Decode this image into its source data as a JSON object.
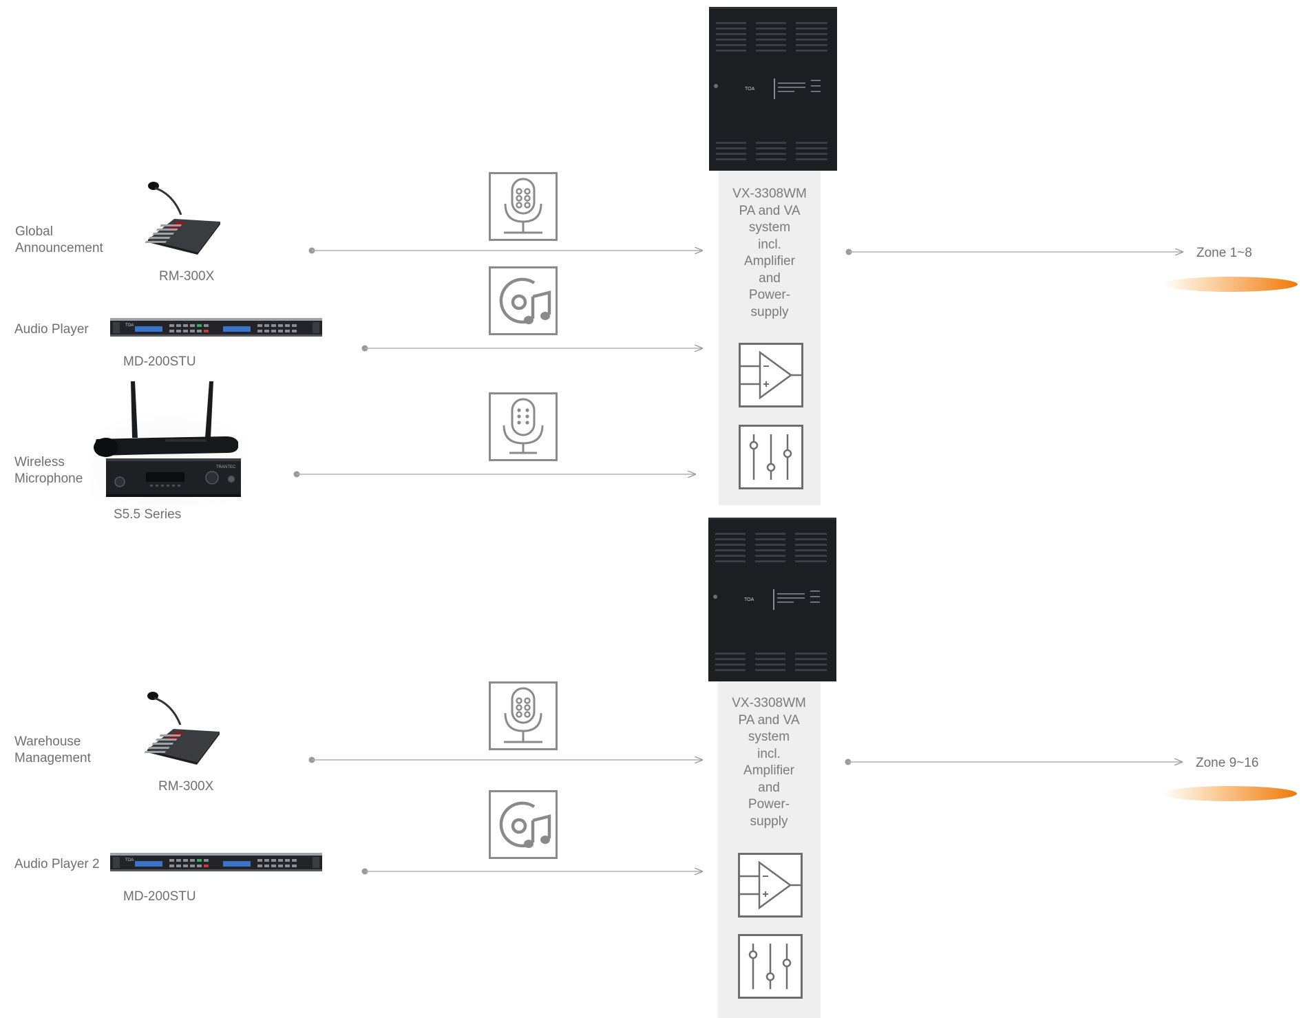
{
  "sources": [
    {
      "label": "Global\nAnnouncement",
      "model": "RM-300X"
    },
    {
      "label": "Audio Player",
      "model": "MD-200STU"
    },
    {
      "label": "Wireless\nMicrophone",
      "model": "S5.5 Series"
    },
    {
      "label": "Warehouse\nManagement",
      "model": "RM-300X"
    },
    {
      "label": "Audio Player 2",
      "model": "MD-200STU"
    }
  ],
  "systems": [
    {
      "description": "VX-3308WM\nPA and VA\nsystem\nincl.\nAmplifier\nand\nPower-\nsupply",
      "output": "Zone 1~8"
    },
    {
      "description": "VX-3308WM\nPA and VA\nsystem\nincl.\nAmplifier\nand\nPower-\nsupply",
      "output": "Zone 9~16"
    }
  ],
  "device_brands": {
    "tray": "TOA",
    "wireless": "TRANTEC"
  },
  "icons": {
    "paging_mic": "paging-microphone-icon",
    "music": "music-disc-icon",
    "handheld_mic": "microphone-icon",
    "amplifier": "amplifier-icon",
    "mixer": "mixer-sliders-icon"
  },
  "colors": {
    "text": "#6f6f6f",
    "line": "#9a9a9a",
    "icon": "#8a8a8a",
    "column": "#efefef",
    "cabinet": "#1c1e21",
    "zone_gradient_start": "#ffffff",
    "zone_gradient_end": "#f07a0a"
  }
}
